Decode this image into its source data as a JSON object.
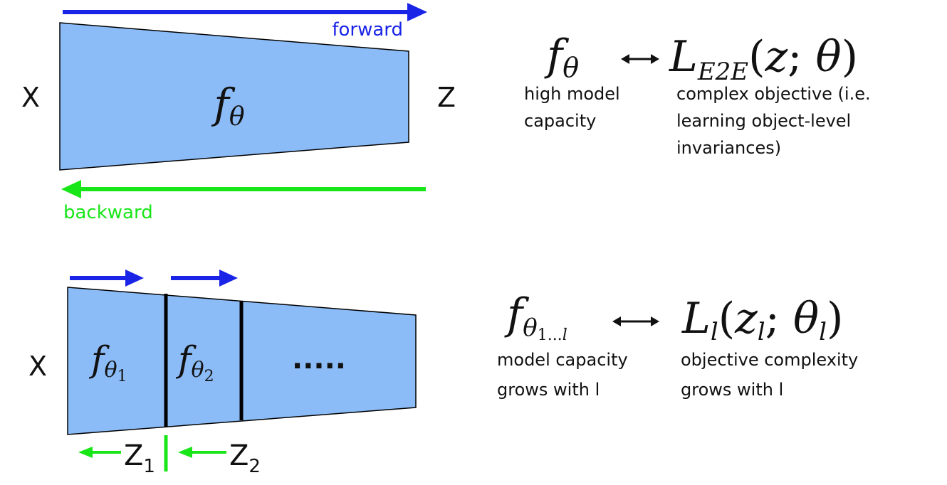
{
  "colors": {
    "block_fill": "#8cbcf7",
    "block_stroke": "#000000",
    "forward_arrow": "#1a24e6",
    "backward_arrow": "#19e619",
    "text": "#111111"
  },
  "top_diagram": {
    "input_label": "X",
    "output_label": "Z",
    "block_label": "fθ",
    "forward_label": "forward",
    "backward_label": "backward"
  },
  "top_equation": {
    "lhs": "fθ",
    "arrow": "⟷",
    "rhs_base": "L",
    "rhs_sub": "E2E",
    "rhs_args": "(z; θ)",
    "lhs_caption": [
      "high model",
      "capacity"
    ],
    "rhs_caption": [
      "complex objective (i.e.",
      "learning object-level",
      "invariances)"
    ]
  },
  "bottom_diagram": {
    "input_label": "X",
    "block1_label": "fθ1",
    "block2_label": "fθ2",
    "block3_label": ".....",
    "z1_label": "Z1",
    "z2_label": "Z2"
  },
  "bottom_equation": {
    "lhs_base": "f",
    "lhs_sub": "θ1...l",
    "arrow": "⟷",
    "rhs_base": "L",
    "rhs_sub": "l",
    "rhs_args": "(zl; θl)",
    "lhs_caption": [
      "model capacity",
      "grows with l"
    ],
    "rhs_caption": [
      "objective complexity",
      "grows with l"
    ]
  }
}
